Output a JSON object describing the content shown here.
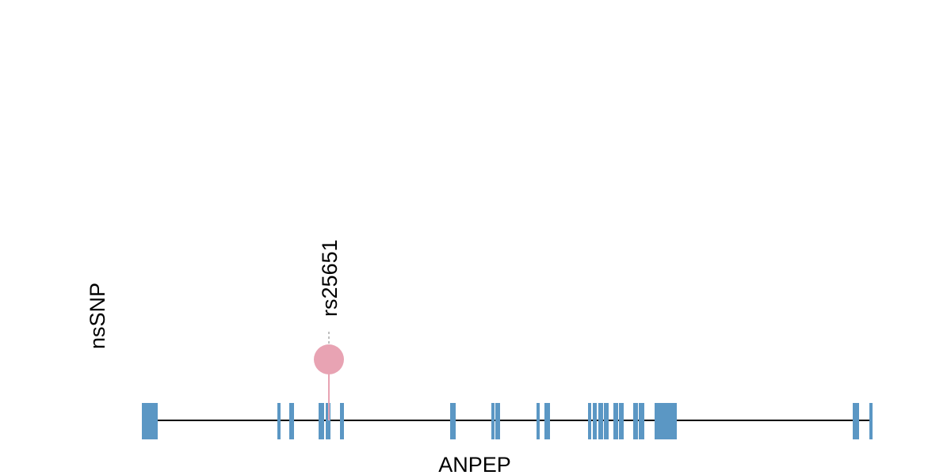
{
  "track_label": "nsSNP",
  "gene_name": "ANPEP",
  "snps": [
    {
      "id": "rs25651"
    }
  ],
  "colors": {
    "exon": "#5b97c4",
    "snp": "#e8a3b3",
    "backbone": "#000000",
    "leader": "#aaaaaa"
  }
}
